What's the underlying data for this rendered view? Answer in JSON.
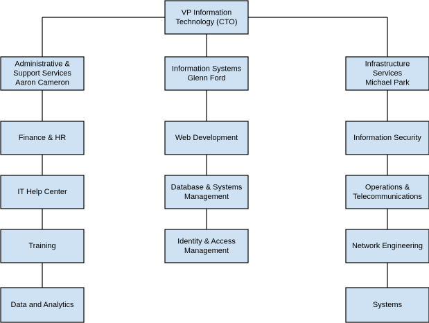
{
  "root": {
    "lines": [
      "VP Information",
      "Technology (CTO)"
    ]
  },
  "columns": [
    {
      "head": {
        "lines": [
          "Administrative &",
          "Support Services",
          "Aaron Cameron"
        ]
      },
      "units": [
        {
          "lines": [
            "Finance & HR"
          ]
        },
        {
          "lines": [
            "IT Help Center"
          ]
        },
        {
          "lines": [
            "Training"
          ]
        },
        {
          "lines": [
            "Data and Analytics"
          ]
        }
      ]
    },
    {
      "head": {
        "lines": [
          "Information Systems",
          "Glenn Ford"
        ]
      },
      "units": [
        {
          "lines": [
            "Web Development"
          ]
        },
        {
          "lines": [
            "Database & Systems",
            "Management"
          ]
        },
        {
          "lines": [
            "Identity & Access",
            "Management"
          ]
        }
      ]
    },
    {
      "head": {
        "lines": [
          "Infrastructure",
          "Services",
          "Michael Park"
        ]
      },
      "units": [
        {
          "lines": [
            "Information Security"
          ]
        },
        {
          "lines": [
            "Operations &",
            "Telecommunications"
          ]
        },
        {
          "lines": [
            "Network Engineering"
          ]
        },
        {
          "lines": [
            "Systems"
          ]
        }
      ]
    }
  ]
}
